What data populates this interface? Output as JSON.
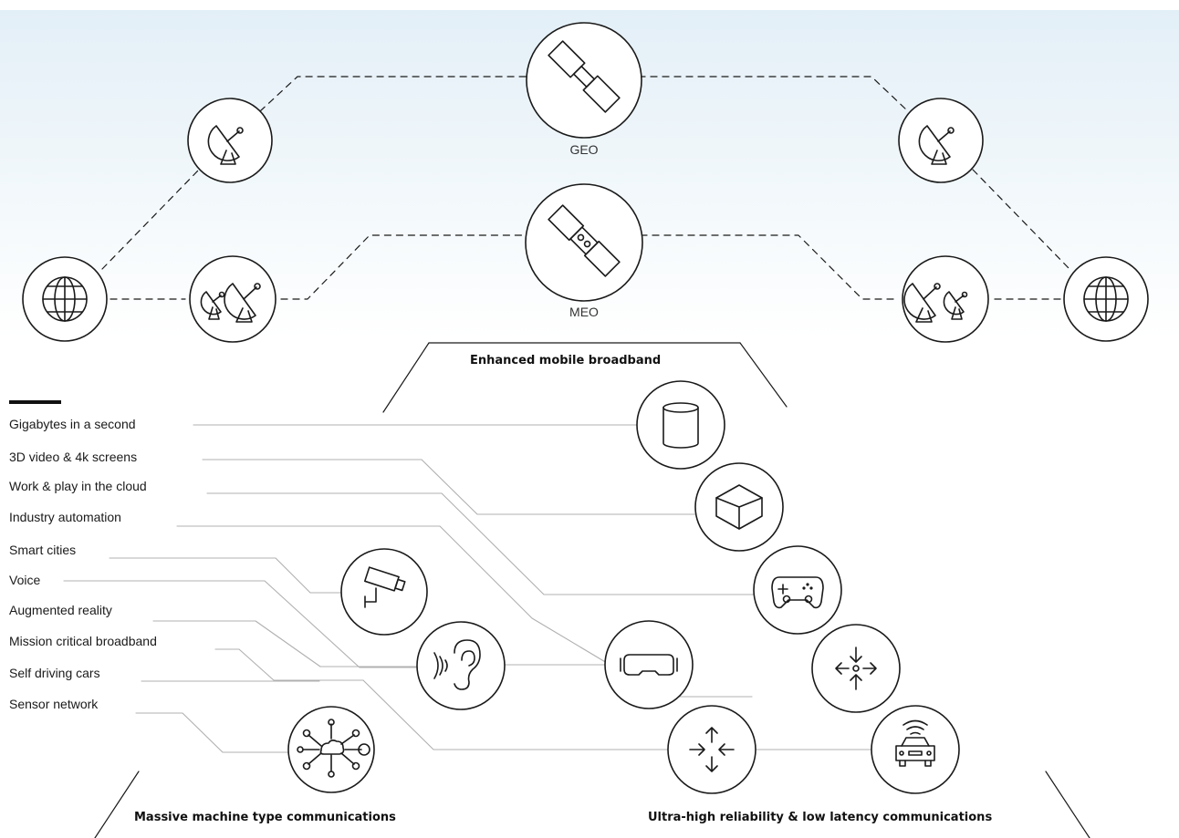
{
  "satellites": {
    "geo_label": "GEO",
    "meo_label": "MEO"
  },
  "categories": {
    "embb": "Enhanced mobile broadband",
    "mmtc": "Massive machine type communications",
    "urllc": "Ultra-high reliability & low latency communications"
  },
  "use_cases": [
    "Gigabytes in a second",
    "3D video & 4k screens",
    "Work & play in the cloud",
    "Industry automation",
    "Smart cities",
    "Voice",
    "Augmented reality",
    "Mission critical broadband",
    "Self driving cars",
    "Sensor network"
  ],
  "colors": {
    "background_top": "#e3eff7",
    "line": "#1a1a1a",
    "connector": "#b0b0b0"
  }
}
